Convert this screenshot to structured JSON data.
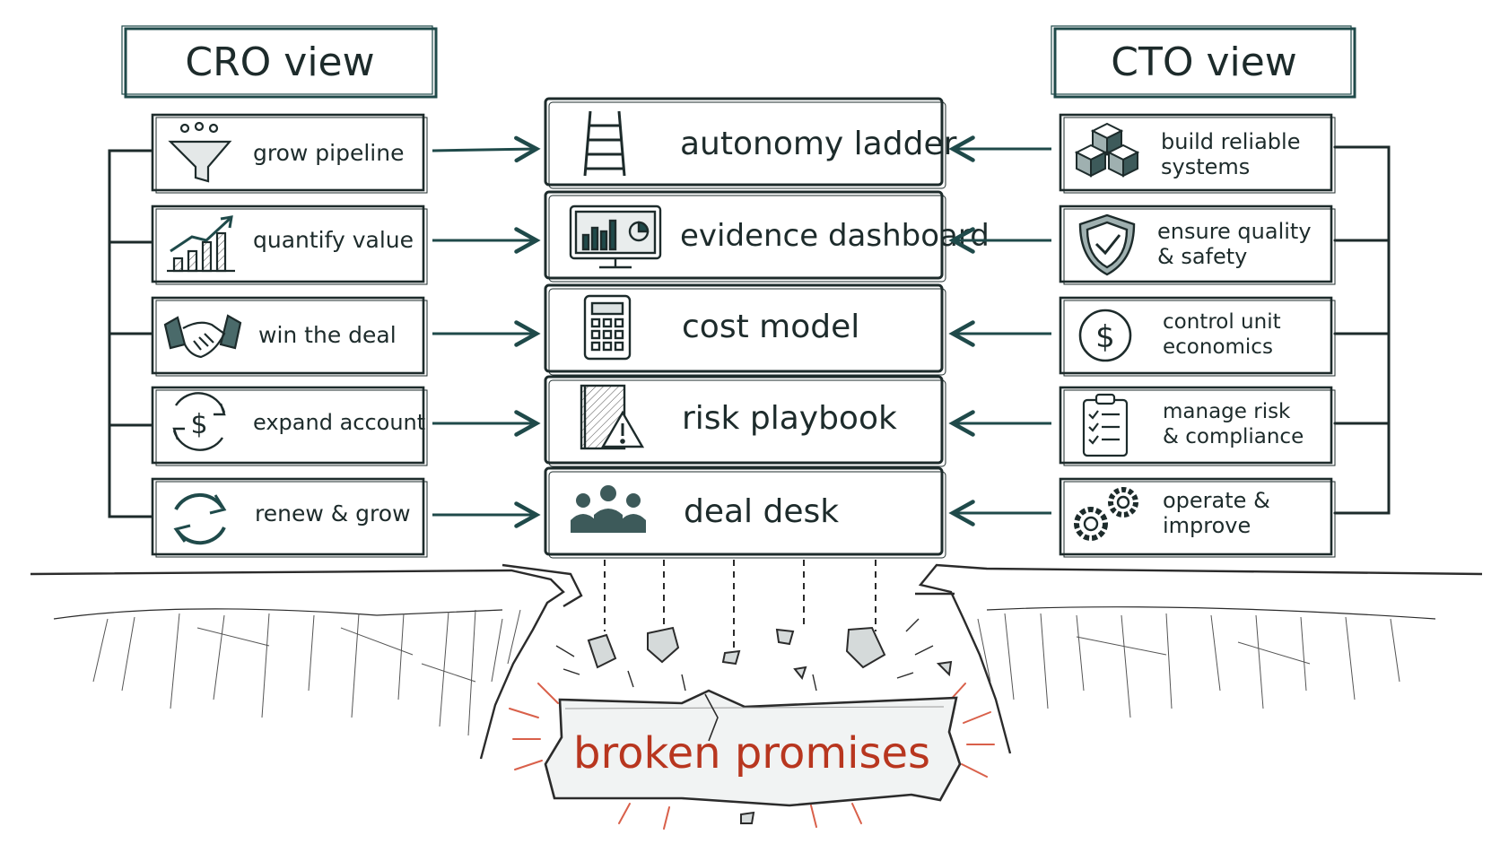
{
  "cro": {
    "title": "CRO view",
    "items": [
      {
        "label": "grow pipeline",
        "icon": "funnel-icon"
      },
      {
        "label": "quantify value",
        "icon": "growth-chart-icon"
      },
      {
        "label": "win the deal",
        "icon": "handshake-icon"
      },
      {
        "label": "expand account",
        "icon": "dollar-cycle-icon"
      },
      {
        "label": "renew & grow",
        "icon": "refresh-icon"
      }
    ]
  },
  "cto": {
    "title": "CTO view",
    "items": [
      {
        "line1": "build reliable",
        "line2": "systems",
        "icon": "cubes-icon"
      },
      {
        "line1": "ensure quality",
        "line2": "& safety",
        "icon": "shield-check-icon"
      },
      {
        "line1": "control unit",
        "line2": "economics",
        "icon": "dollar-icon"
      },
      {
        "line1": "manage risk",
        "line2": "& compliance",
        "icon": "clipboard-checklist-icon"
      },
      {
        "line1": "operate &",
        "line2": "improve",
        "icon": "gears-icon"
      }
    ]
  },
  "center": {
    "items": [
      {
        "label": "autonomy ladder",
        "icon": "ladder-icon"
      },
      {
        "label": "evidence dashboard",
        "icon": "dashboard-monitor-icon"
      },
      {
        "label": "cost model",
        "icon": "calculator-icon"
      },
      {
        "label": "risk playbook",
        "icon": "warning-book-icon"
      },
      {
        "label": "deal desk",
        "icon": "team-icon"
      }
    ]
  },
  "gap": {
    "label": "broken promises"
  },
  "colors": {
    "ink": "#1d2b2b",
    "teal": "#1f4a4a",
    "accent": "#b8361f",
    "rays": "#d9604a"
  }
}
